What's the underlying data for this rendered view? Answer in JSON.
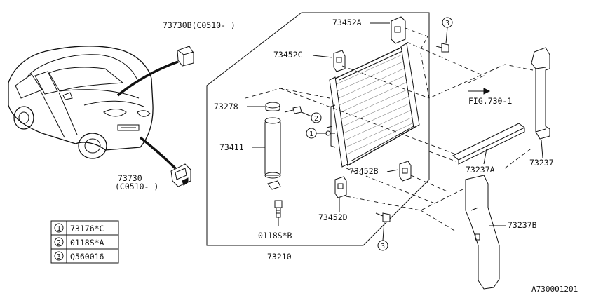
{
  "callouts": {
    "p73730b": "73730B(C0510-  )",
    "p73452a": "73452A",
    "p73452c": "73452C",
    "fig": "FIG.730-1",
    "p73278": "73278",
    "p73411": "73411",
    "p73452b": "73452B",
    "p73237a": "73237A",
    "p73237": "73237",
    "p73730": "73730",
    "p73730_note": "(C0510-  )",
    "p73452d": "73452D",
    "p0118s": "0118S*B",
    "p73237b": "73237B",
    "p73210": "73210"
  },
  "markers": {
    "one": "1",
    "two": "2",
    "three": "3"
  },
  "legend": [
    {
      "marker": "1",
      "part": "73176*C"
    },
    {
      "marker": "2",
      "part": "0118S*A"
    },
    {
      "marker": "3",
      "part": "Q560016"
    }
  ],
  "footer_code": "A730001201"
}
